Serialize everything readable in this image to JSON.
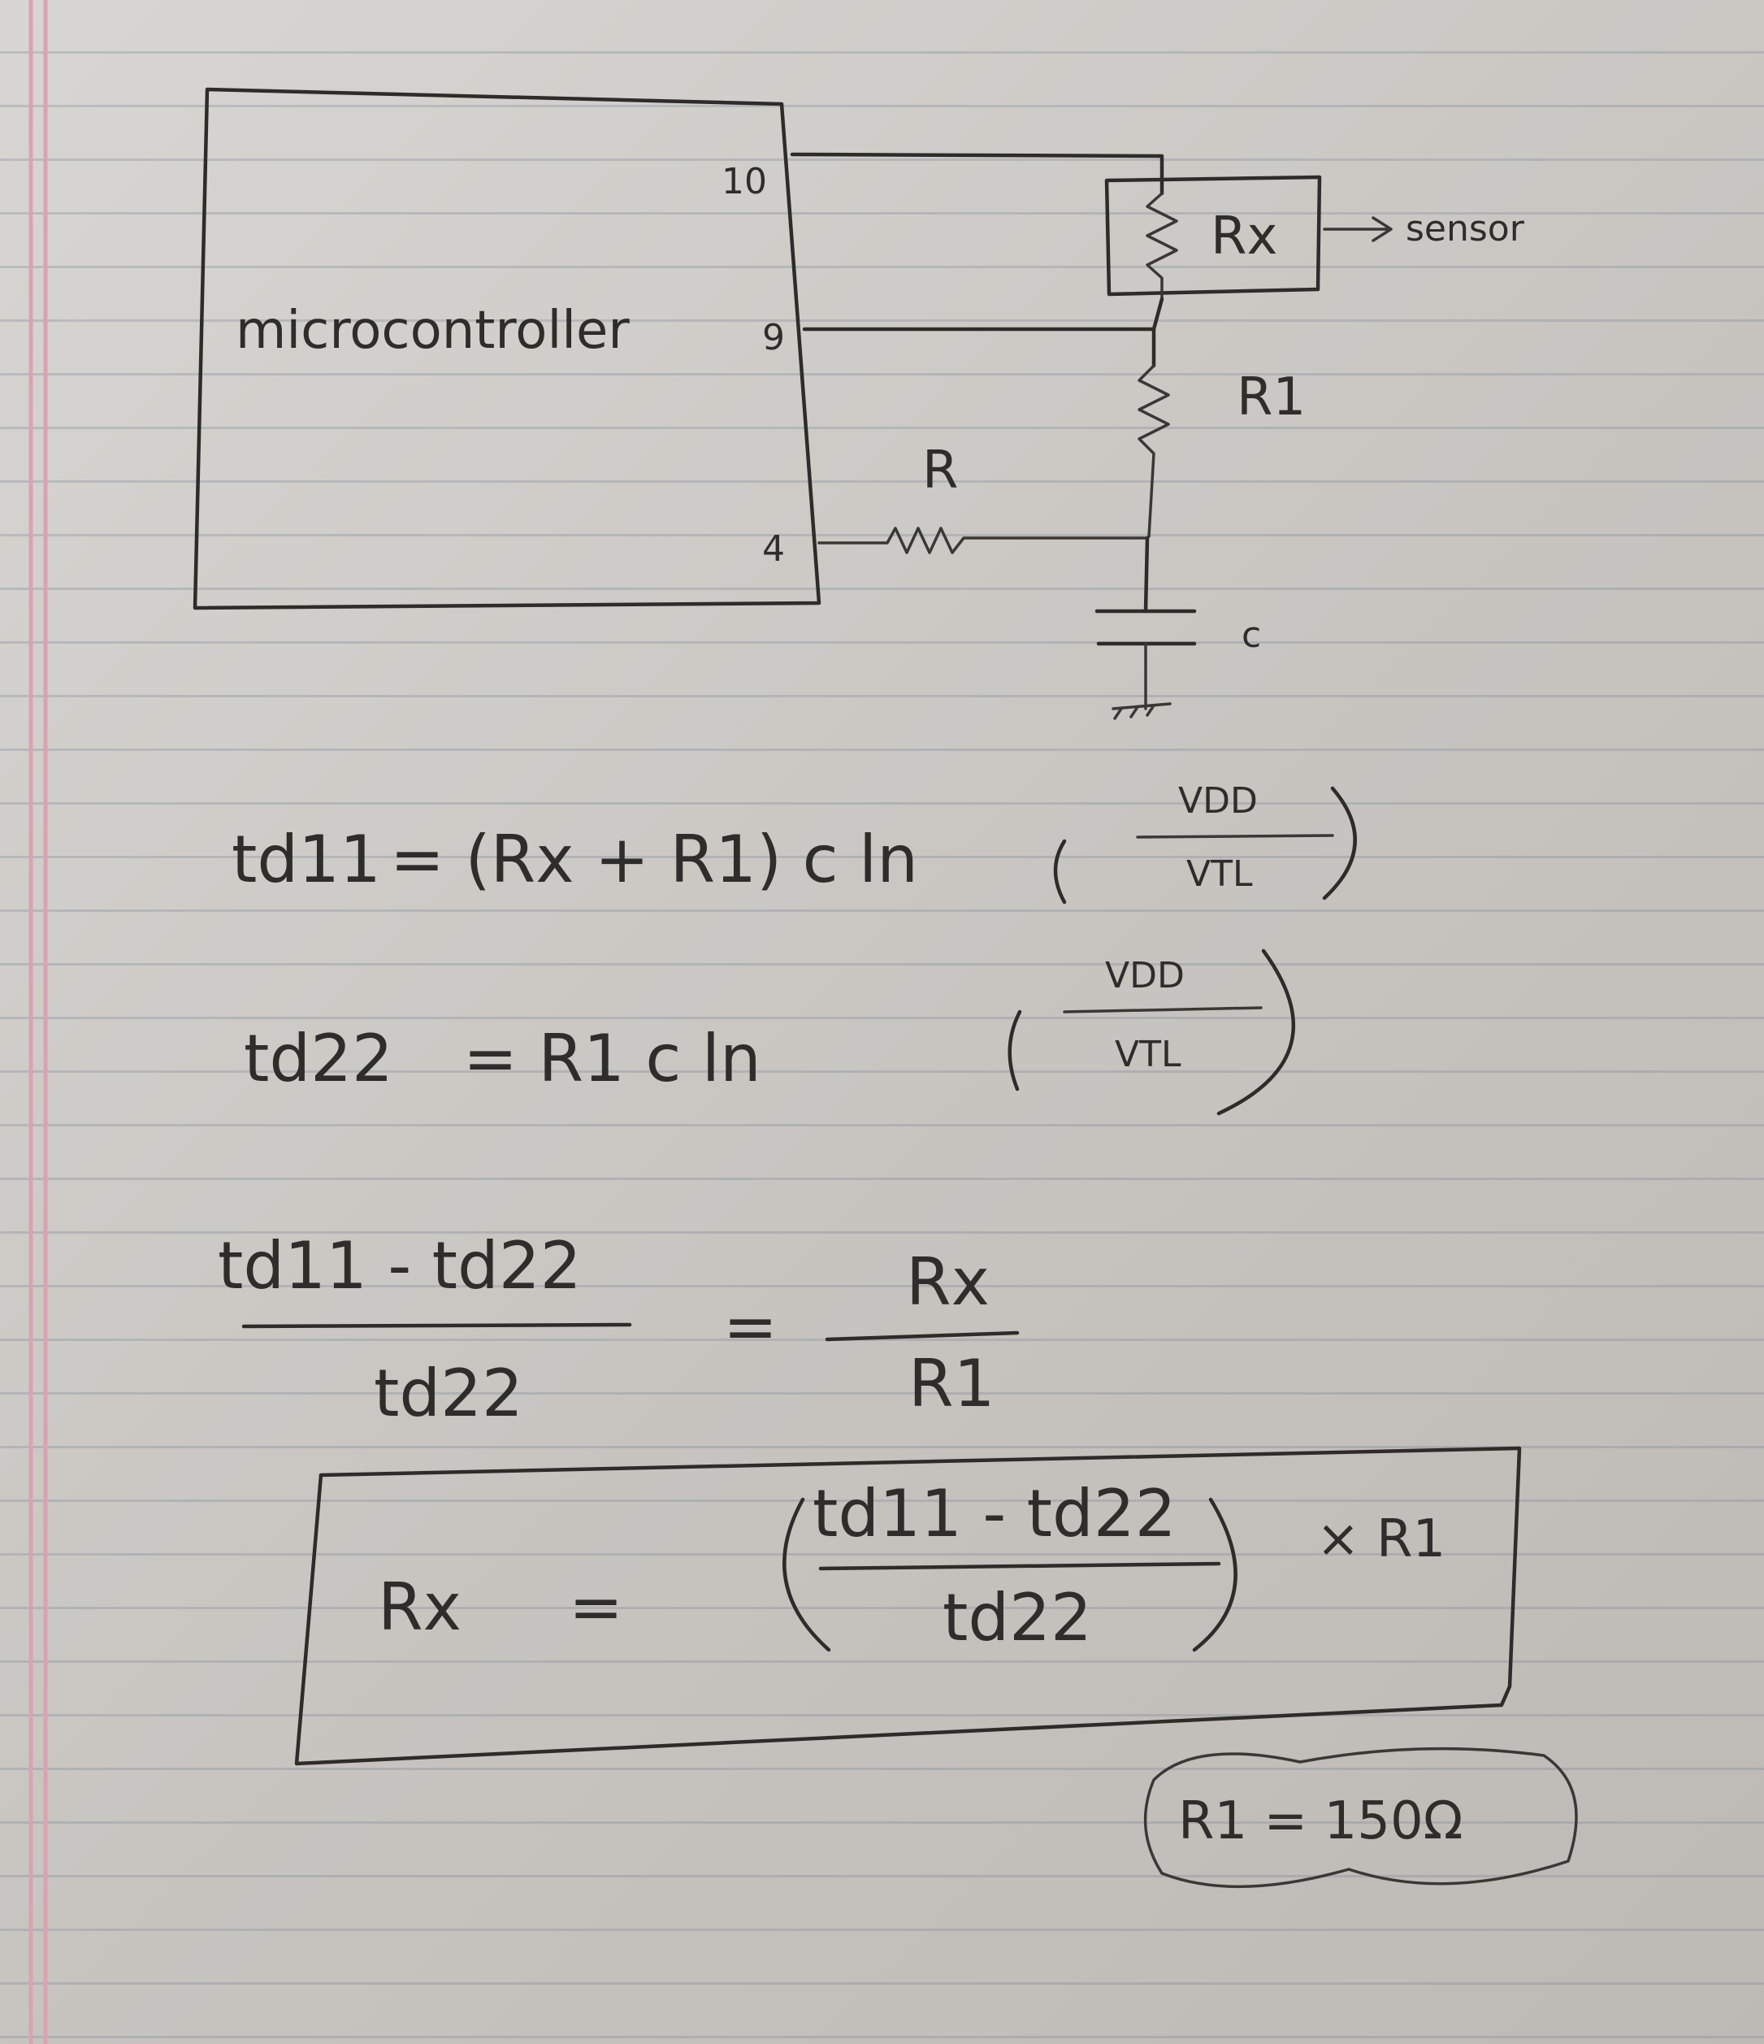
{
  "circuit": {
    "mcu_label": "microcontroller",
    "pin_10": "10",
    "pin_9": "9",
    "pin_4": "4",
    "rx_label": "Rx",
    "sensor_label": "sensor",
    "r1_label": "R1",
    "r_label": "R",
    "c_label": "c"
  },
  "equations": {
    "eq1_lhs": "td11",
    "eq1_rhs_factor": "= (Rx + R1) c ln",
    "eq1_num": "VDD",
    "eq1_den": "VTL",
    "eq2_lhs": "td22",
    "eq2_rhs_factor": "= R1 c ln",
    "eq2_num": "VDD",
    "eq2_den": "VTL",
    "eq3_lhs_num": "td11 - td22",
    "eq3_lhs_den": "td22",
    "eq3_eq": "=",
    "eq3_rhs_num": "Rx",
    "eq3_rhs_den": "R1"
  },
  "result": {
    "lhs": "Rx",
    "eq": "=",
    "num": "td11 - td22",
    "den": "td22",
    "mult": "× R1"
  },
  "note": "R1 = 150Ω"
}
